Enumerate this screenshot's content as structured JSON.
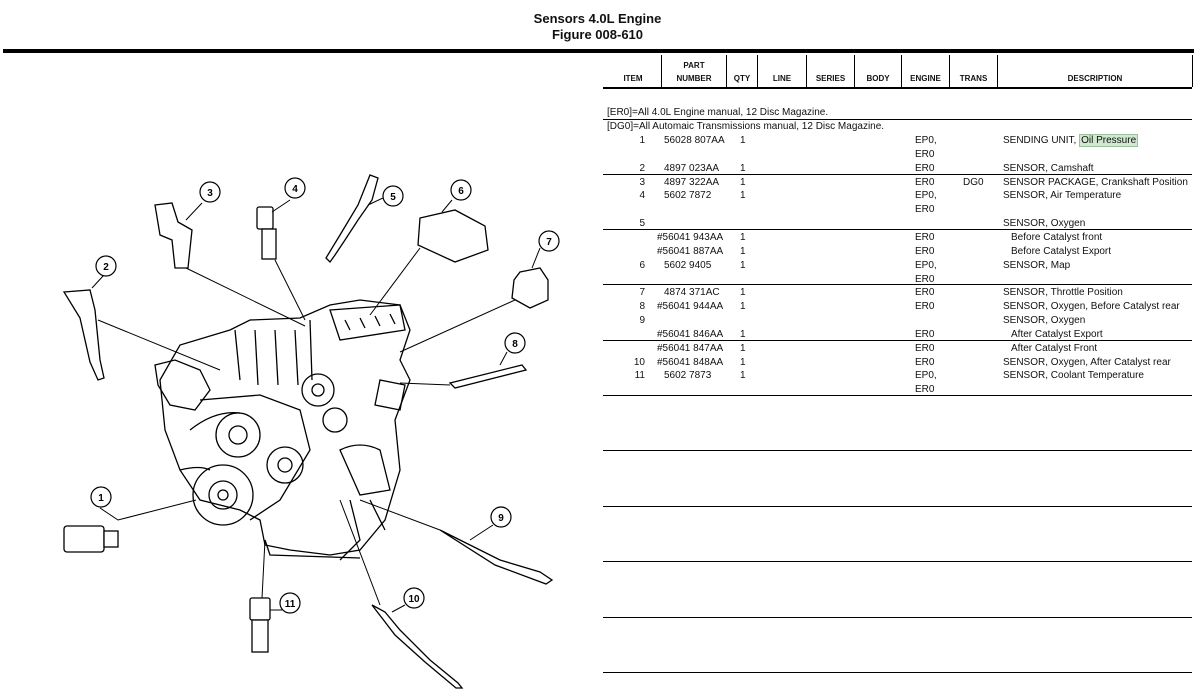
{
  "title": "Sensors 4.0L Engine",
  "subtitle": "Figure 008-610",
  "columns": [
    "ITEM",
    "PART\nNUMBER",
    "QTY",
    "LINE",
    "SERIES",
    "BODY",
    "ENGINE",
    "TRANS",
    "DESCRIPTION"
  ],
  "notes": [
    "[ER0]=All 4.0L Engine manual, 12 Disc Magazine.",
    "[DG0]=All Automaic Transmissions manual, 12 Disc Magazine."
  ],
  "rows": [
    {
      "item": "1",
      "part": "56028 807AA",
      "qty": "1",
      "engine": "EP0,",
      "trans": "",
      "desc": "SENDING UNIT, ",
      "desc_hl": "Oil Pressure"
    },
    {
      "item": "",
      "part": "",
      "qty": "",
      "engine": "ER0",
      "trans": "",
      "desc": ""
    },
    {
      "item": "2",
      "part": "4897 023AA",
      "qty": "1",
      "engine": "ER0",
      "trans": "",
      "desc": "SENSOR, Camshaft"
    },
    {
      "item": "3",
      "part": "4897 322AA",
      "qty": "1",
      "engine": "ER0",
      "trans": "DG0",
      "desc": "SENSOR PACKAGE, Crankshaft Position"
    },
    {
      "item": "4",
      "part": "5602 7872",
      "qty": "1",
      "engine": "EP0,",
      "trans": "",
      "desc": "SENSOR, Air Temperature"
    },
    {
      "item": "",
      "part": "",
      "qty": "",
      "engine": "ER0",
      "trans": "",
      "desc": ""
    },
    {
      "item": "5",
      "part": "",
      "qty": "",
      "engine": "",
      "trans": "",
      "desc": "SENSOR, Oxygen"
    },
    {
      "item": "",
      "part": "#56041 943AA",
      "qty": "1",
      "engine": "ER0",
      "trans": "",
      "desc": "Before Catalyst front",
      "indent": true
    },
    {
      "item": "",
      "part": "#56041 887AA",
      "qty": "1",
      "engine": "ER0",
      "trans": "",
      "desc": "Before Catalyst Export",
      "indent": true
    },
    {
      "item": "6",
      "part": "5602 9405",
      "qty": "1",
      "engine": "EP0,",
      "trans": "",
      "desc": "SENSOR, Map"
    },
    {
      "item": "",
      "part": "",
      "qty": "",
      "engine": "ER0",
      "trans": "",
      "desc": ""
    },
    {
      "item": "7",
      "part": "4874 371AC",
      "qty": "1",
      "engine": "ER0",
      "trans": "",
      "desc": "SENSOR, Throttle Position"
    },
    {
      "item": "8",
      "part": "#56041 944AA",
      "qty": "1",
      "engine": "ER0",
      "trans": "",
      "desc": "SENSOR, Oxygen, Before Catalyst rear"
    },
    {
      "item": "9",
      "part": "",
      "qty": "",
      "engine": "",
      "trans": "",
      "desc": "SENSOR, Oxygen"
    },
    {
      "item": "",
      "part": "#56041 846AA",
      "qty": "1",
      "engine": "ER0",
      "trans": "",
      "desc": "After Catalyst Export",
      "indent": true
    },
    {
      "item": "",
      "part": "#56041 847AA",
      "qty": "1",
      "engine": "ER0",
      "trans": "",
      "desc": "After Catalyst Front",
      "indent": true
    },
    {
      "item": "10",
      "part": "#56041 848AA",
      "qty": "1",
      "engine": "ER0",
      "trans": "",
      "desc": "SENSOR, Oxygen, After Catalyst rear"
    },
    {
      "item": "11",
      "part": "5602 7873",
      "qty": "1",
      "engine": "EP0,",
      "trans": "",
      "desc": "SENSOR, Coolant Temperature"
    },
    {
      "item": "",
      "part": "",
      "qty": "",
      "engine": "ER0",
      "trans": "",
      "desc": ""
    }
  ],
  "callouts": [
    "1",
    "2",
    "3",
    "4",
    "5",
    "6",
    "7",
    "8",
    "9",
    "10",
    "11"
  ]
}
